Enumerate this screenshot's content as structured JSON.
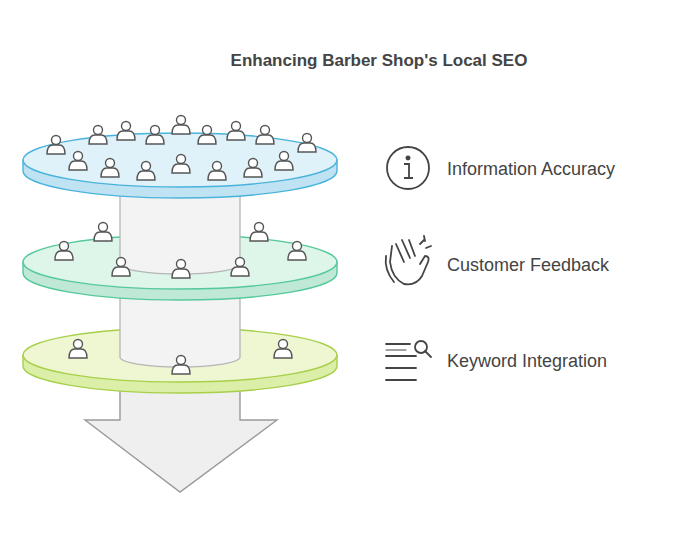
{
  "diagram": {
    "title": "Enhancing Barber Shop's Local SEO",
    "labels": [
      "Information Accuracy",
      "Customer Feedback",
      "Keyword Integration"
    ]
  }
}
